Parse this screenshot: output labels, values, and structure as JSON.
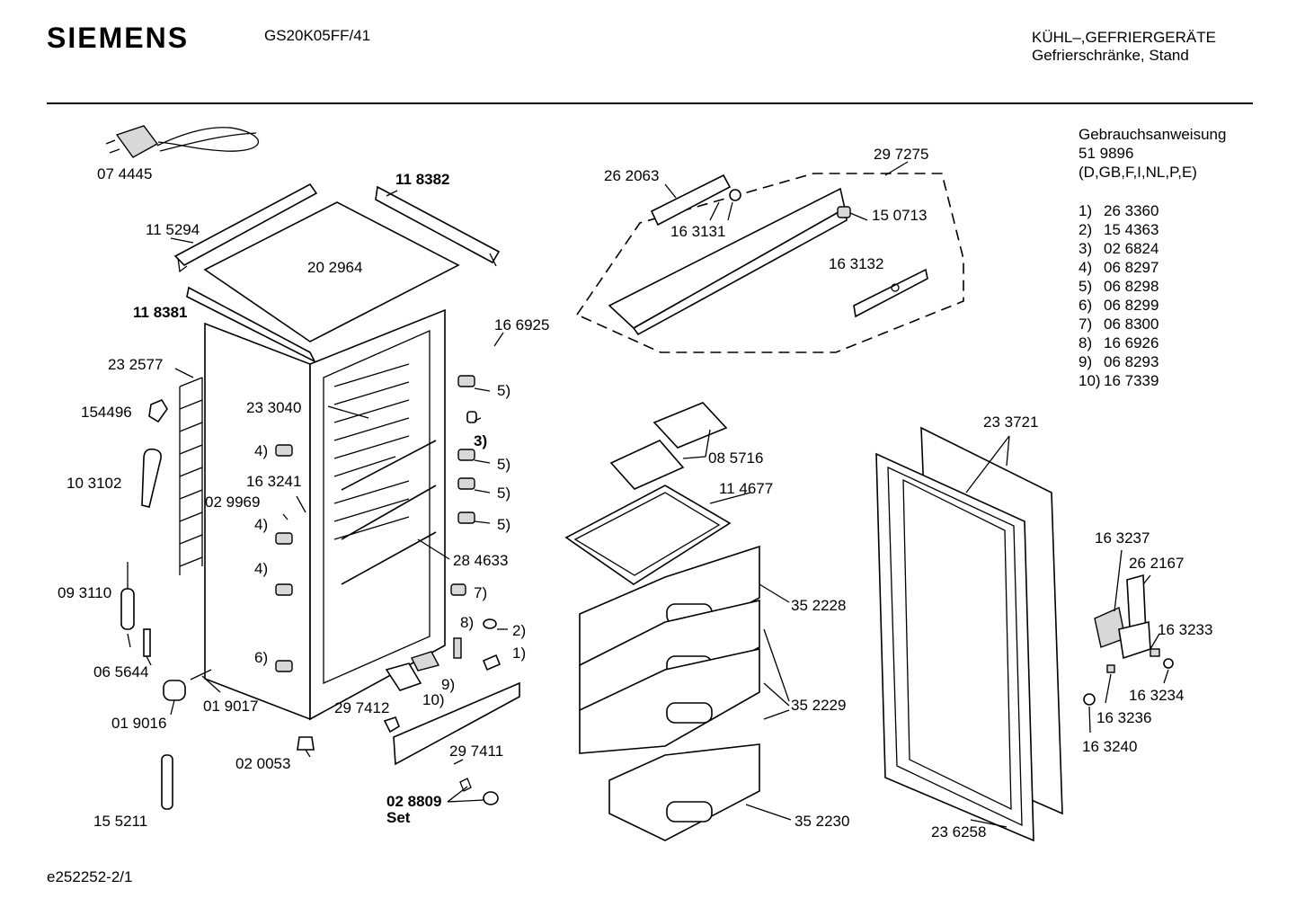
{
  "header": {
    "brand": "SIEMENS",
    "model": "GS20K05FF/41",
    "category_line1": "KÜHL–,GEFRIERGERÄTE",
    "category_line2": "Gefrierschränke, Stand"
  },
  "manual": {
    "title": "Gebrauchsanweisung",
    "number": "51 9896",
    "languages": "(D,GB,F,I,NL,P,E)",
    "items": [
      {
        "num": "1)",
        "part": "26 3360"
      },
      {
        "num": "2)",
        "part": "15 4363"
      },
      {
        "num": "3)",
        "part": "02 6824"
      },
      {
        "num": "4)",
        "part": "06 8297"
      },
      {
        "num": "5)",
        "part": "06 8298"
      },
      {
        "num": "6)",
        "part": "06 8299"
      },
      {
        "num": "7)",
        "part": "06 8300"
      },
      {
        "num": "8)",
        "part": "16 6926"
      },
      {
        "num": "9)",
        "part": "06 8293"
      },
      {
        "num": "10)",
        "part": "16 7339"
      }
    ]
  },
  "labels": {
    "p074445": "07 4445",
    "p118382": "11 8382",
    "p115294": "11 5294",
    "p202964": "20 2964",
    "p118381": "11 8381",
    "p166925": "16 6925",
    "p232577": "23 2577",
    "p233040": "23 3040",
    "p154496": "154496",
    "p103102": "10 3102",
    "p163241": "16 3241",
    "p029969": "02 9969",
    "p093110": "09 3110",
    "p065644": "06 5644",
    "p019017": "01 9017",
    "p019016": "01 9016",
    "p297412": "29 7412",
    "p297411": "29 7411",
    "p020053": "02 0053",
    "p028809": "02 8809",
    "set": "Set",
    "p155211": "15 5211",
    "p284633": "28 4633",
    "p262063": "26 2063",
    "p297275": "29 7275",
    "p150713": "15 0713",
    "p163131": "16 3131",
    "p163132": "16 3132",
    "p085716": "08 5716",
    "p114677": "11 4677",
    "p352228": "35 2228",
    "p352229": "35 2229",
    "p352230": "35 2230",
    "p233721": "23 3721",
    "p236258": "23 6258",
    "p163237": "16 3237",
    "p262167": "26 2167",
    "p163233": "16 3233",
    "p163234": "16 3234",
    "p163236": "16 3236",
    "p163240": "16 3240",
    "c5a": "5)",
    "c3": "3)",
    "c5b": "5)",
    "c5c": "5)",
    "c5d": "5)",
    "c4a": "4)",
    "c4b": "4)",
    "c4c": "4)",
    "c6": "6)",
    "c7": "7)",
    "c8": "8)",
    "c2": "2)",
    "c1": "1)",
    "c9": "9)",
    "c10": "10)"
  },
  "footer": {
    "doc_id": "e252252-2/1"
  }
}
